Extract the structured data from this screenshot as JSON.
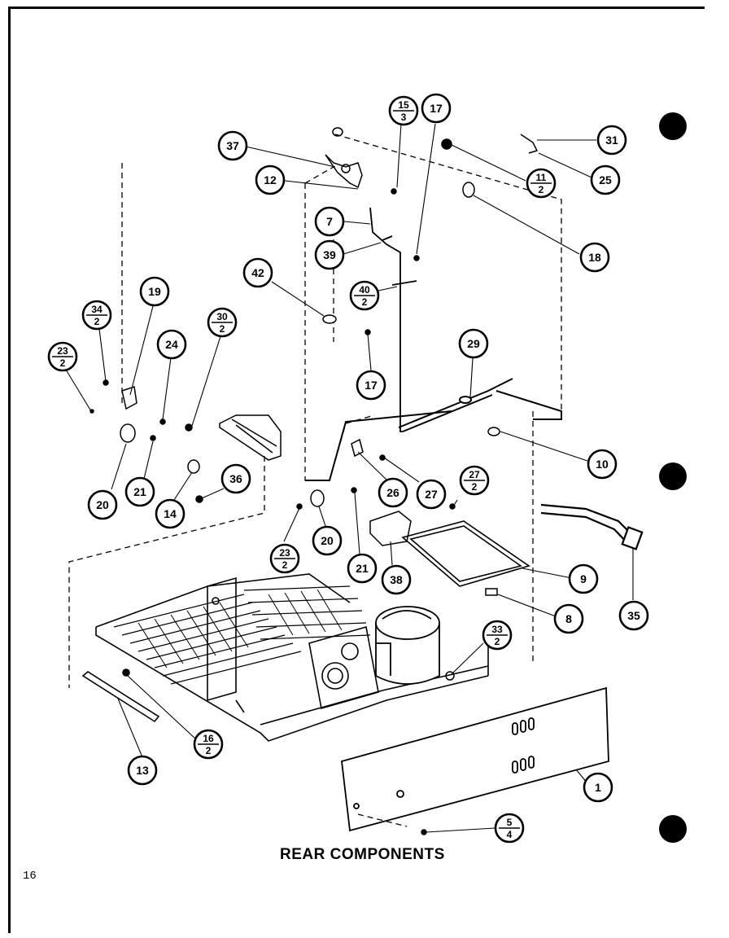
{
  "diagram": {
    "caption": "REAR COMPONENTS",
    "page_number": "16",
    "callouts": [
      {
        "id": "c31",
        "label": "31",
        "qty": ""
      },
      {
        "id": "c25",
        "label": "25",
        "qty": ""
      },
      {
        "id": "c37",
        "label": "37",
        "qty": ""
      },
      {
        "id": "c12",
        "label": "12",
        "qty": ""
      },
      {
        "id": "c15",
        "label": "15",
        "qty": "3"
      },
      {
        "id": "c17a",
        "label": "17",
        "qty": ""
      },
      {
        "id": "c11",
        "label": "11",
        "qty": "2"
      },
      {
        "id": "c18",
        "label": "18",
        "qty": ""
      },
      {
        "id": "c7",
        "label": "7",
        "qty": ""
      },
      {
        "id": "c39",
        "label": "39",
        "qty": ""
      },
      {
        "id": "c42",
        "label": "42",
        "qty": ""
      },
      {
        "id": "c40",
        "label": "40",
        "qty": "2"
      },
      {
        "id": "c17b",
        "label": "17",
        "qty": ""
      },
      {
        "id": "c29",
        "label": "29",
        "qty": ""
      },
      {
        "id": "c10",
        "label": "10",
        "qty": ""
      },
      {
        "id": "c19",
        "label": "19",
        "qty": ""
      },
      {
        "id": "c34",
        "label": "34",
        "qty": "2"
      },
      {
        "id": "c30",
        "label": "30",
        "qty": "2"
      },
      {
        "id": "c23a",
        "label": "23",
        "qty": "2"
      },
      {
        "id": "c24",
        "label": "24",
        "qty": ""
      },
      {
        "id": "c20a",
        "label": "20",
        "qty": ""
      },
      {
        "id": "c21a",
        "label": "21",
        "qty": ""
      },
      {
        "id": "c14",
        "label": "14",
        "qty": ""
      },
      {
        "id": "c36",
        "label": "36",
        "qty": ""
      },
      {
        "id": "c26",
        "label": "26",
        "qty": ""
      },
      {
        "id": "c27a",
        "label": "27",
        "qty": ""
      },
      {
        "id": "c27b",
        "label": "27",
        "qty": "2"
      },
      {
        "id": "c23b",
        "label": "23",
        "qty": "2"
      },
      {
        "id": "c20b",
        "label": "20",
        "qty": ""
      },
      {
        "id": "c21b",
        "label": "21",
        "qty": ""
      },
      {
        "id": "c38",
        "label": "38",
        "qty": ""
      },
      {
        "id": "c9",
        "label": "9",
        "qty": ""
      },
      {
        "id": "c8",
        "label": "8",
        "qty": ""
      },
      {
        "id": "c35",
        "label": "35",
        "qty": ""
      },
      {
        "id": "c33",
        "label": "33",
        "qty": "2"
      },
      {
        "id": "c13",
        "label": "13",
        "qty": ""
      },
      {
        "id": "c16",
        "label": "16",
        "qty": "2"
      },
      {
        "id": "c1",
        "label": "1",
        "qty": ""
      },
      {
        "id": "c5",
        "label": "5",
        "qty": "4"
      }
    ]
  }
}
